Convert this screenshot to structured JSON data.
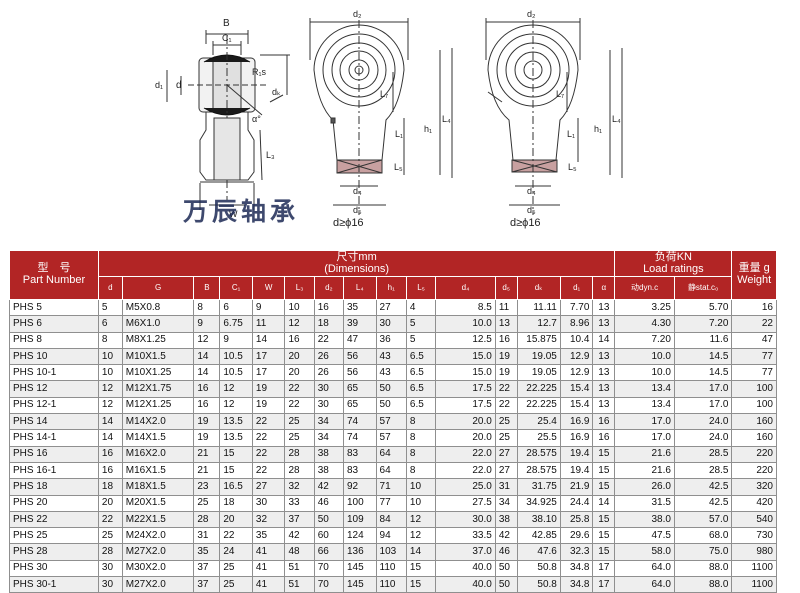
{
  "watermark": "万辰轴承",
  "drawing": {
    "side_labels": {
      "B": "B",
      "C1": "C₁",
      "d1": "d₁",
      "d": "d",
      "R1s": "R₁s",
      "dk": "dₖ",
      "alpha": "α°",
      "L3": "L₃",
      "W": "W"
    },
    "front_labels": {
      "d2": "d₂",
      "L7": "L₇",
      "L1": "L₁",
      "h1": "h₁",
      "L4": "L₄",
      "L5": "L₅",
      "d4": "d₄",
      "d5": "d₅"
    },
    "note_left": "d≥ϕ16",
    "note_right": "d≥ϕ16"
  },
  "table": {
    "header": {
      "model_line1": "型　号",
      "model_line2": "Part Number",
      "dims_line1": "尺寸mm",
      "dims_line2": "(Dimensions)",
      "load_line1": "负荷KN",
      "load_line2": "Load ratings",
      "weight_line1": "重量 g",
      "weight_line2": "Weight"
    },
    "subheaders": [
      "d",
      "G",
      "B",
      "C₁",
      "W",
      "L₃",
      "d₂",
      "L₄",
      "h₁",
      "L₅",
      "d₄",
      "d₅",
      "dₖ",
      "d₁",
      "α",
      "动dyn.c",
      "静stat.c₀"
    ],
    "rows": [
      [
        "PHS 5",
        "5",
        "M5X0.8",
        "8",
        "6",
        "9",
        "10",
        "16",
        "35",
        "27",
        "4",
        "8.5",
        "11",
        "11.11",
        "7.70",
        "13",
        "3.25",
        "5.70",
        "16"
      ],
      [
        "PHS 6",
        "6",
        "M6X1.0",
        "9",
        "6.75",
        "11",
        "12",
        "18",
        "39",
        "30",
        "5",
        "10.0",
        "13",
        "12.7",
        "8.96",
        "13",
        "4.30",
        "7.20",
        "22"
      ],
      [
        "PHS 8",
        "8",
        "M8X1.25",
        "12",
        "9",
        "14",
        "16",
        "22",
        "47",
        "36",
        "5",
        "12.5",
        "16",
        "15.875",
        "10.4",
        "14",
        "7.20",
        "11.6",
        "47"
      ],
      [
        "PHS 10",
        "10",
        "M10X1.5",
        "14",
        "10.5",
        "17",
        "20",
        "26",
        "56",
        "43",
        "6.5",
        "15.0",
        "19",
        "19.05",
        "12.9",
        "13",
        "10.0",
        "14.5",
        "77"
      ],
      [
        "PHS 10-1",
        "10",
        "M10X1.25",
        "14",
        "10.5",
        "17",
        "20",
        "26",
        "56",
        "43",
        "6.5",
        "15.0",
        "19",
        "19.05",
        "12.9",
        "13",
        "10.0",
        "14.5",
        "77"
      ],
      [
        "PHS 12",
        "12",
        "M12X1.75",
        "16",
        "12",
        "19",
        "22",
        "30",
        "65",
        "50",
        "6.5",
        "17.5",
        "22",
        "22.225",
        "15.4",
        "13",
        "13.4",
        "17.0",
        "100"
      ],
      [
        "PHS 12-1",
        "12",
        "M12X1.25",
        "16",
        "12",
        "19",
        "22",
        "30",
        "65",
        "50",
        "6.5",
        "17.5",
        "22",
        "22.225",
        "15.4",
        "13",
        "13.4",
        "17.0",
        "100"
      ],
      [
        "PHS 14",
        "14",
        "M14X2.0",
        "19",
        "13.5",
        "22",
        "25",
        "34",
        "74",
        "57",
        "8",
        "20.0",
        "25",
        "25.4",
        "16.9",
        "16",
        "17.0",
        "24.0",
        "160"
      ],
      [
        "PHS 14-1",
        "14",
        "M14X1.5",
        "19",
        "13.5",
        "22",
        "25",
        "34",
        "74",
        "57",
        "8",
        "20.0",
        "25",
        "25.5",
        "16.9",
        "16",
        "17.0",
        "24.0",
        "160"
      ],
      [
        "PHS 16",
        "16",
        "M16X2.0",
        "21",
        "15",
        "22",
        "28",
        "38",
        "83",
        "64",
        "8",
        "22.0",
        "27",
        "28.575",
        "19.4",
        "15",
        "21.6",
        "28.5",
        "220"
      ],
      [
        "PHS 16-1",
        "16",
        "M16X1.5",
        "21",
        "15",
        "22",
        "28",
        "38",
        "83",
        "64",
        "8",
        "22.0",
        "27",
        "28.575",
        "19.4",
        "15",
        "21.6",
        "28.5",
        "220"
      ],
      [
        "PHS 18",
        "18",
        "M18X1.5",
        "23",
        "16.5",
        "27",
        "32",
        "42",
        "92",
        "71",
        "10",
        "25.0",
        "31",
        "31.75",
        "21.9",
        "15",
        "26.0",
        "42.5",
        "320"
      ],
      [
        "PHS 20",
        "20",
        "M20X1.5",
        "25",
        "18",
        "30",
        "33",
        "46",
        "100",
        "77",
        "10",
        "27.5",
        "34",
        "34.925",
        "24.4",
        "14",
        "31.5",
        "42.5",
        "420"
      ],
      [
        "PHS 22",
        "22",
        "M22X1.5",
        "28",
        "20",
        "32",
        "37",
        "50",
        "109",
        "84",
        "12",
        "30.0",
        "38",
        "38.10",
        "25.8",
        "15",
        "38.0",
        "57.0",
        "540"
      ],
      [
        "PHS 25",
        "25",
        "M24X2.0",
        "31",
        "22",
        "35",
        "42",
        "60",
        "124",
        "94",
        "12",
        "33.5",
        "42",
        "42.85",
        "29.6",
        "15",
        "47.5",
        "68.0",
        "730"
      ],
      [
        "PHS 28",
        "28",
        "M27X2.0",
        "35",
        "24",
        "41",
        "48",
        "66",
        "136",
        "103",
        "14",
        "37.0",
        "46",
        "47.6",
        "32.3",
        "15",
        "58.0",
        "75.0",
        "980"
      ],
      [
        "PHS 30",
        "30",
        "M30X2.0",
        "37",
        "25",
        "41",
        "51",
        "70",
        "145",
        "110",
        "15",
        "40.0",
        "50",
        "50.8",
        "34.8",
        "17",
        "64.0",
        "88.0",
        "1100"
      ],
      [
        "PHS 30-1",
        "30",
        "M27X2.0",
        "37",
        "25",
        "41",
        "51",
        "70",
        "145",
        "110",
        "15",
        "40.0",
        "50",
        "50.8",
        "34.8",
        "17",
        "64.0",
        "88.0",
        "1100"
      ]
    ]
  }
}
